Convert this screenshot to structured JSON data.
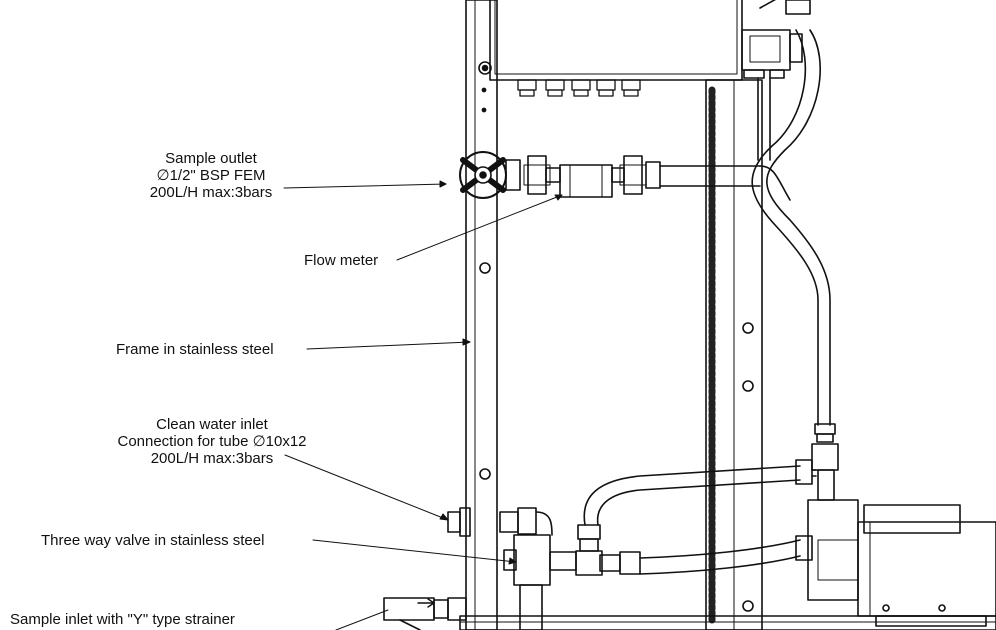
{
  "labels": {
    "sample_outlet": {
      "line1": "Sample outlet",
      "line2": "∅1/2\" BSP FEM",
      "line3": "200L/H max:3bars"
    },
    "flow_meter": "Flow meter",
    "frame": "Frame in stainless steel",
    "clean_water_inlet": {
      "line1": "Clean water inlet",
      "line2": "Connection for tube ∅10x12",
      "line3": "200L/H max:3bars"
    },
    "three_way_valve": "Three way valve in stainless steel",
    "sample_inlet": "Sample inlet with \"Y\" type strainer"
  }
}
